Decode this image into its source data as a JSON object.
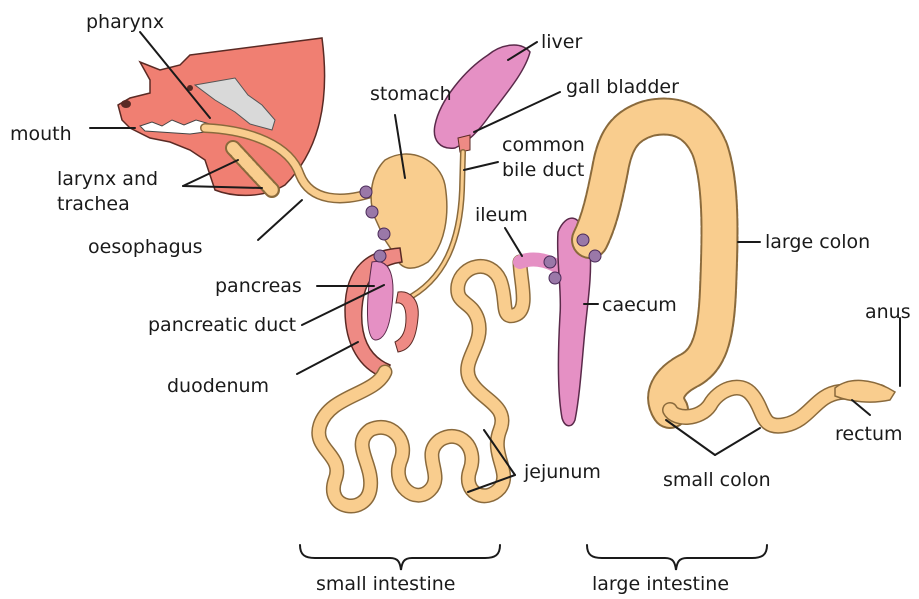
{
  "labels": {
    "pharynx": "pharynx",
    "liver": "liver",
    "stomach": "stomach",
    "gall_bladder": "gall bladder",
    "mouth": "mouth",
    "common_bile_duct_1": "common",
    "common_bile_duct_2": "bile duct",
    "larynx_1": "larynx and",
    "larynx_2": "trachea",
    "ileum": "ileum",
    "large_colon": "large colon",
    "oesophagus": "oesophagus",
    "pancreas": "pancreas",
    "caecum": "caecum",
    "pancreatic_duct": "pancreatic duct",
    "anus": "anus",
    "duodenum": "duodenum",
    "rectum": "rectum",
    "jejunum": "jejunum",
    "small_colon": "small colon",
    "small_intestine": "small intestine",
    "large_intestine": "large intestine"
  },
  "colors": {
    "gut": "#f9cd8e",
    "gut_outline": "#8a6a3c",
    "pig_head": "#f07f72",
    "liver": "#e590c4",
    "duodenum": "#ee8a84",
    "sphincter": "#9a78a8",
    "bone": "#d9d9d9"
  }
}
